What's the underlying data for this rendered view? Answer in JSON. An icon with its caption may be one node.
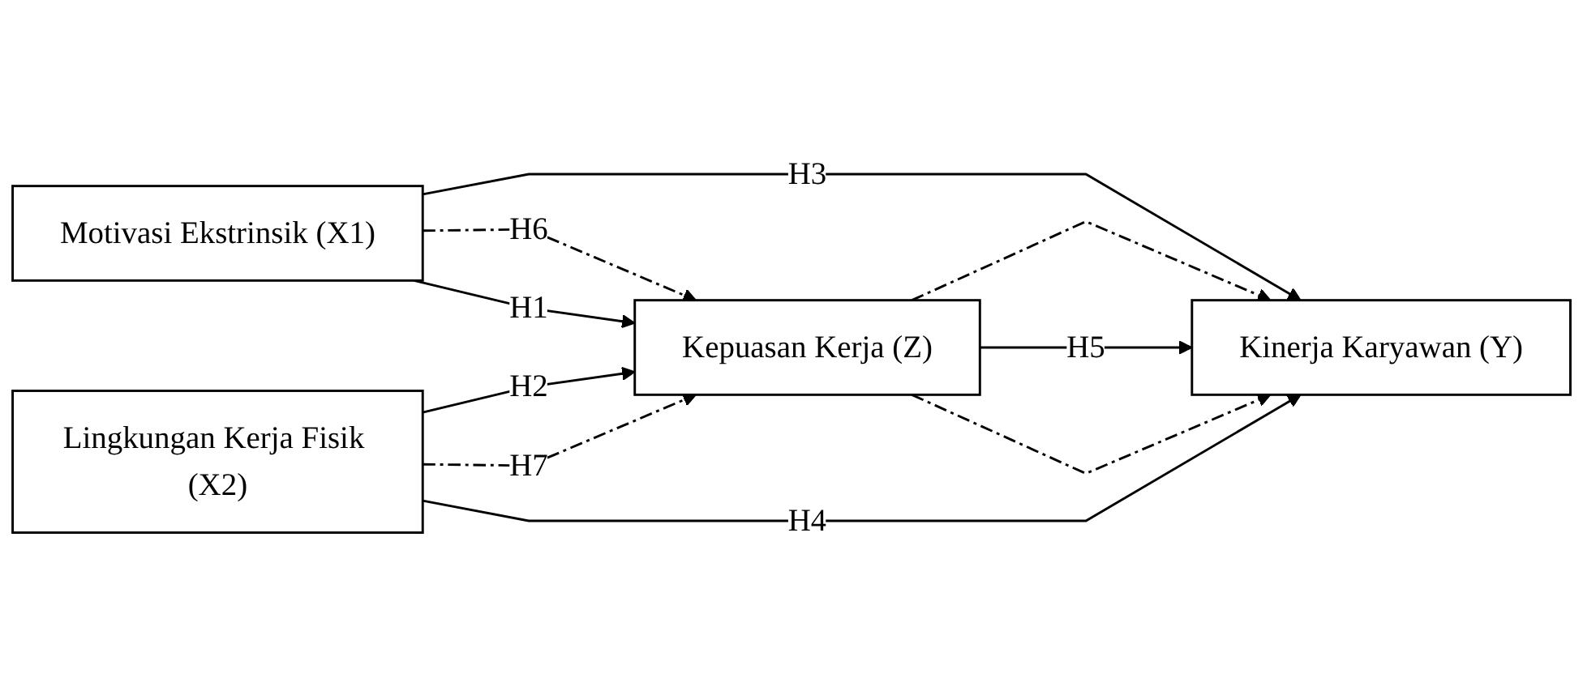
{
  "diagram": {
    "nodes": [
      {
        "text": [
          "Motivasi Ekstrinsik (X1)"
        ]
      },
      {
        "text": [
          "Kinerja Karyawan (Y)"
        ]
      },
      {
        "text": [
          "Kepuasan Kerja (Z)"
        ]
      },
      {
        "text": [
          "Lingkungan Kerja Fisik (X2)"
        ]
      }
    ],
    "edges": [
      {
        "from": 0,
        "to": 1,
        "arrow": "to",
        "label": "H3"
      },
      {
        "from": 0,
        "to": 2,
        "arrow": "to",
        "label": "H6",
        "style": "dashed"
      },
      {
        "from": 0,
        "to": 2,
        "arrow": "to",
        "label": "H1"
      },
      {
        "from": 2,
        "to": 1,
        "arrow": "to",
        "style": "dashed"
      },
      {
        "from": 2,
        "to": 1,
        "arrow": "to",
        "label": "H5"
      },
      {
        "from": 2,
        "to": 1,
        "arrow": "to",
        "style": "dashed"
      },
      {
        "from": 3,
        "to": 2,
        "arrow": "to",
        "label": "H2"
      },
      {
        "from": 3,
        "to": 2,
        "arrow": "to",
        "style": "dashed",
        "label": "H7"
      },
      {
        "from": 3,
        "to": 1,
        "arrow": "to",
        "label": "H4"
      }
    ]
  }
}
